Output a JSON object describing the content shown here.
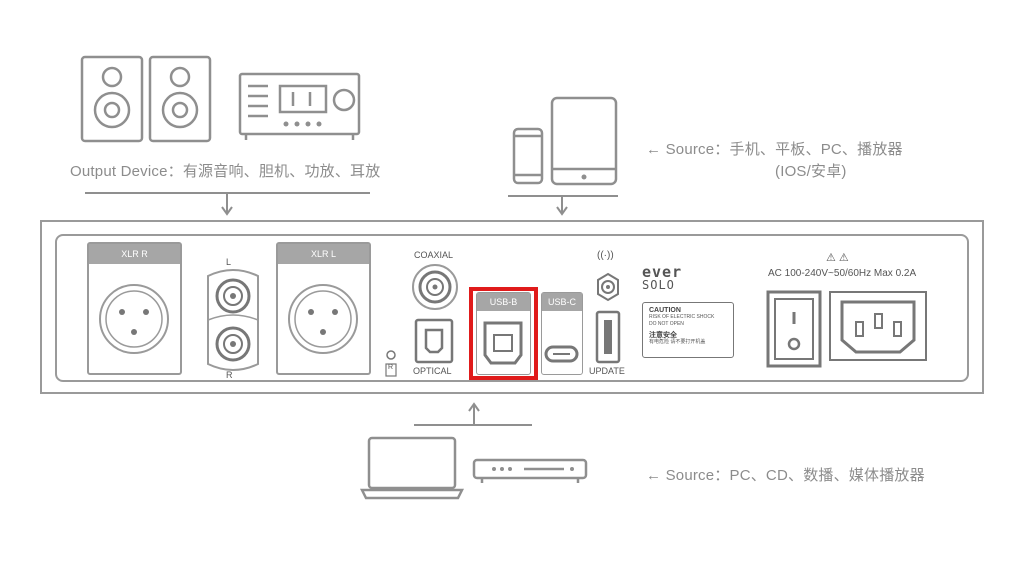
{
  "captions": {
    "output_device": "Output Device：有源音响、胆机、功放、耳放",
    "source_top_line1": "← Source：手机、平板、PC、播放器",
    "source_top_line2": "(IOS/安卓)",
    "source_bottom": "← Source：PC、CD、数播、媒体播放器"
  },
  "panel": {
    "xlr_r": "XLR R",
    "xlr_l": "XLR L",
    "rca_l": "L",
    "rca_r": "R",
    "coaxial": "COAXIAL",
    "optical": "OPTICAL",
    "usb_b": "USB-B",
    "usb_c": "USB-C",
    "update": "UPDATE",
    "brand_line1": "ever",
    "brand_line2": "SOLO",
    "ir_label": "R",
    "warning_symbols": "⚠ ⚠",
    "power_rating": "AC 100-240V~50/60Hz Max 0.2A",
    "caution_title": "CAUTION",
    "caution_line1": "RISK OF ELECTRIC SHOCK",
    "caution_line2": "DO NOT OPEN",
    "caution_cn_title": "注意安全",
    "caution_cn_line": "有电危险 请不要打开机盖"
  },
  "colors": {
    "line": "#8f8f8f",
    "tag": "#a6a6a6",
    "highlight": "#e01b1b"
  },
  "icons": [
    "speaker-icon",
    "amplifier-icon",
    "phone-icon",
    "tablet-icon",
    "laptop-icon",
    "media-player-icon",
    "antenna-icon"
  ]
}
